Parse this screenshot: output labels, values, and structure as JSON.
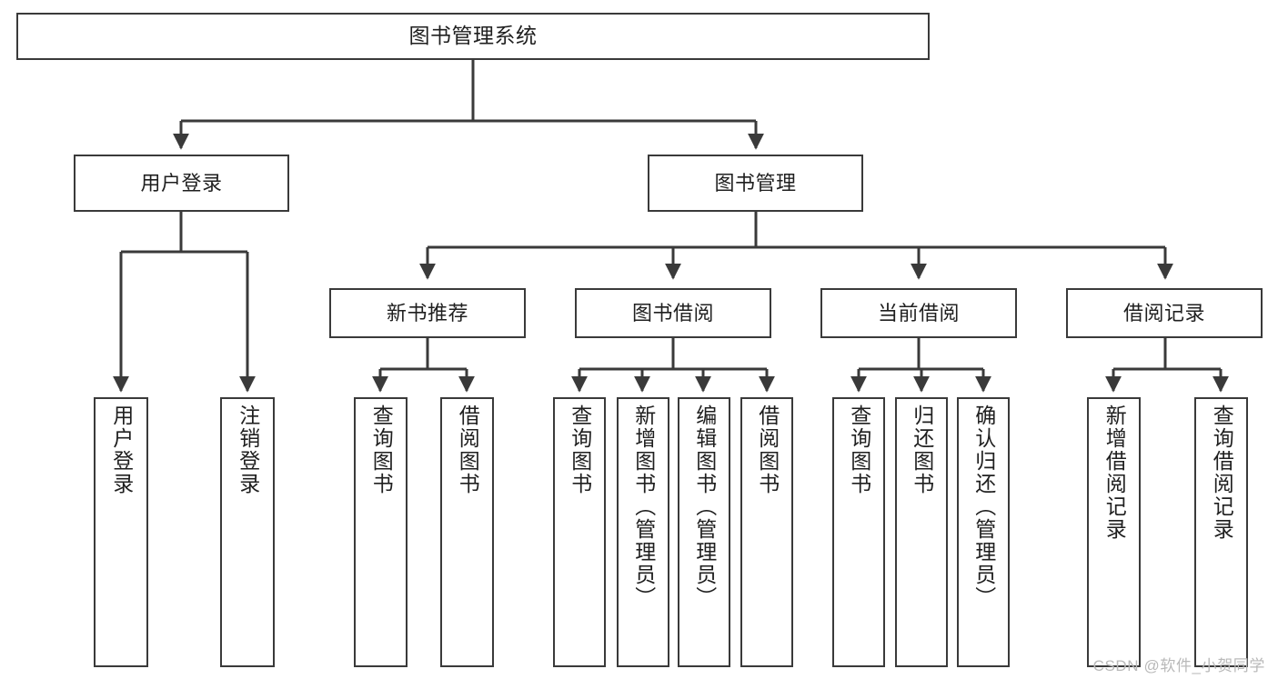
{
  "diagram": {
    "title": "图书管理系统",
    "type": "tree-hierarchy-chart",
    "root": {
      "label": "图书管理系统"
    },
    "level2": [
      {
        "label": "用户登录"
      },
      {
        "label": "图书管理"
      }
    ],
    "level3": [
      {
        "label": "新书推荐"
      },
      {
        "label": "图书借阅"
      },
      {
        "label": "当前借阅"
      },
      {
        "label": "借阅记录"
      }
    ],
    "leaves": [
      {
        "label": "用户登录",
        "parent": "用户登录"
      },
      {
        "label": "注销登录",
        "parent": "用户登录"
      },
      {
        "label": "查询图书",
        "parent": "新书推荐"
      },
      {
        "label": "借阅图书",
        "parent": "新书推荐"
      },
      {
        "label": "查询图书",
        "parent": "图书借阅"
      },
      {
        "label": "新增图书（管理员）",
        "parent": "图书借阅"
      },
      {
        "label": "编辑图书（管理员）",
        "parent": "图书借阅"
      },
      {
        "label": "借阅图书",
        "parent": "图书借阅"
      },
      {
        "label": "查询图书",
        "parent": "当前借阅"
      },
      {
        "label": "归还图书",
        "parent": "当前借阅"
      },
      {
        "label": "确认归还（管理员）",
        "parent": "当前借阅"
      },
      {
        "label": "新增借阅记录",
        "parent": "借阅记录"
      },
      {
        "label": "查询借阅记录",
        "parent": "借阅记录"
      }
    ]
  },
  "watermark": {
    "text": "CSDN @软件_小贺同学"
  },
  "colors": {
    "stroke": "#3a3a3a",
    "background": "#ffffff",
    "text": "#1f1f1f",
    "watermark": "#b9b9b9"
  }
}
